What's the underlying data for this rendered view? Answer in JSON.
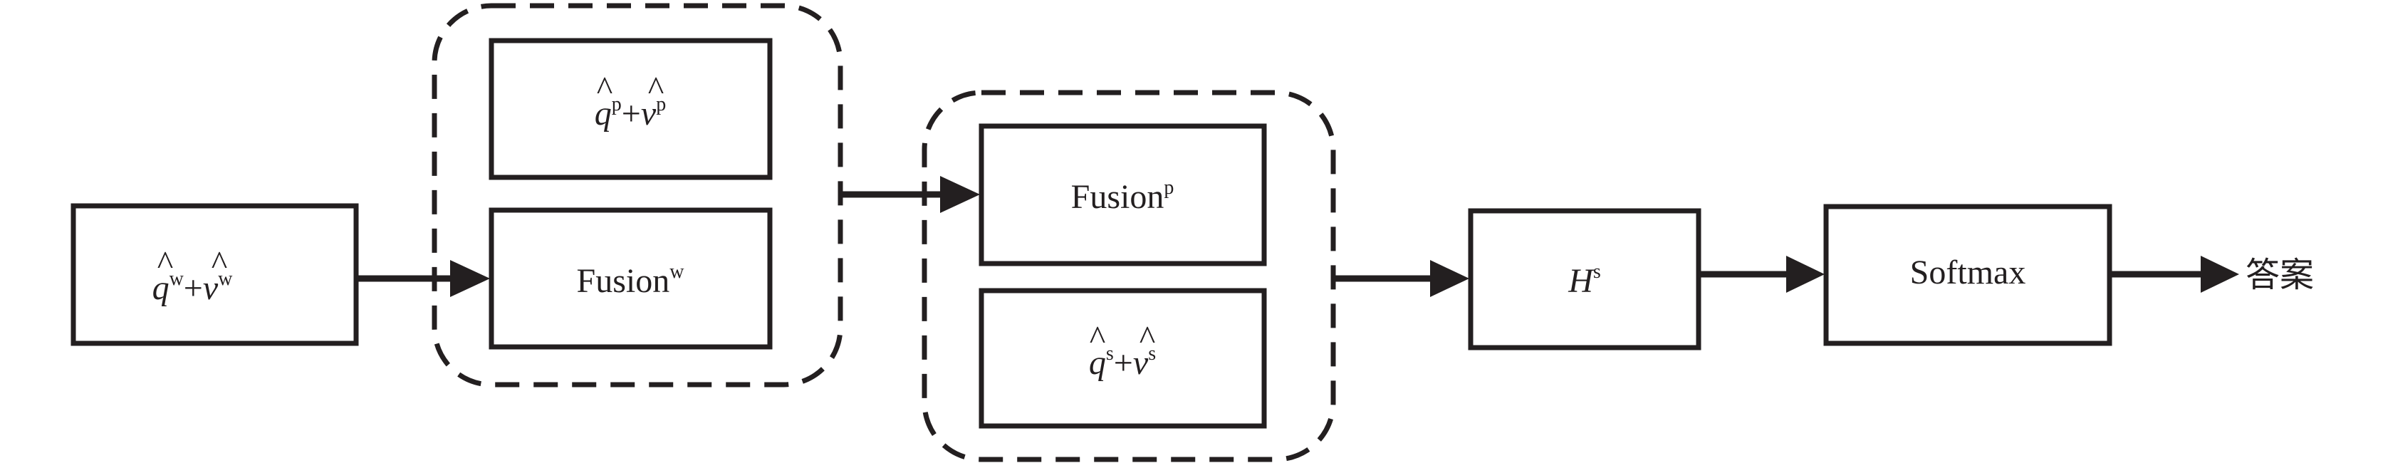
{
  "nodes": {
    "input_word": {
      "var_q": "q",
      "var_v": "v",
      "hat": "^",
      "sup": "w",
      "plus": "+"
    },
    "fusion_w": {
      "label": "Fusion",
      "sup": "w"
    },
    "input_phrase": {
      "var_q": "q",
      "var_v": "v",
      "hat": "^",
      "sup": "p",
      "plus": "+"
    },
    "fusion_p": {
      "label": "Fusion",
      "sup": "p"
    },
    "input_sentence": {
      "var_q": "q",
      "var_v": "v",
      "hat": "^",
      "sup": "s",
      "plus": "+"
    },
    "hidden_s": {
      "label": "H",
      "sup": "s"
    },
    "softmax": {
      "label": "Softmax"
    },
    "answer": {
      "label": "答案"
    }
  },
  "colors": {
    "stroke": "#231f20",
    "background": "#ffffff"
  }
}
